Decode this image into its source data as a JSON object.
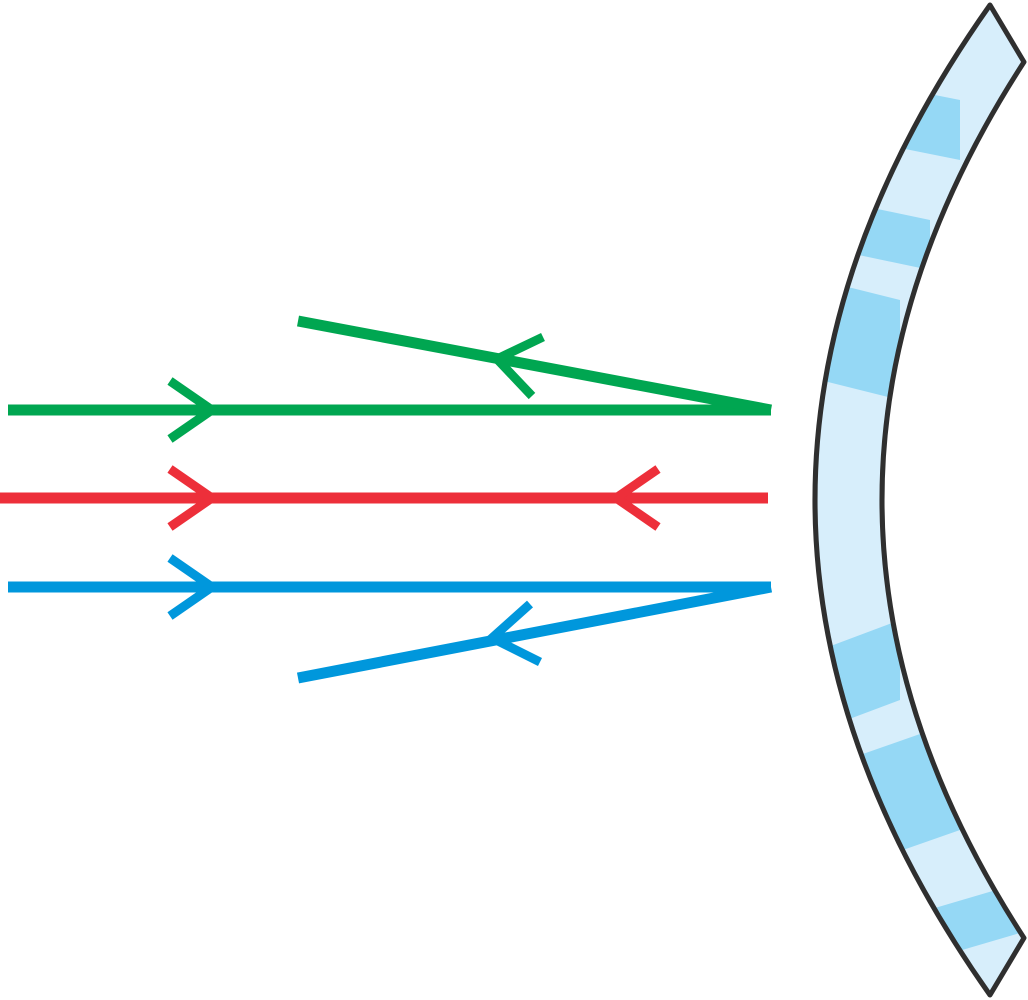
{
  "colors": {
    "background": "#ffffff",
    "mirror_fill": "#d7eefb",
    "mirror_band": "#95d8f5",
    "mirror_outline": "#2f2f2f",
    "ray_top": "#00a651",
    "ray_middle": "#ed2f3a",
    "ray_bottom": "#0097dc"
  },
  "mirror": {
    "kind": "concave-mirror"
  },
  "rays": [
    {
      "id": "top",
      "color_key": "ray_top",
      "incident_direction": "right",
      "reflected_direction": "left-up"
    },
    {
      "id": "middle",
      "color_key": "ray_middle",
      "incident_direction": "right",
      "reflected_direction": "left"
    },
    {
      "id": "bottom",
      "color_key": "ray_bottom",
      "incident_direction": "right",
      "reflected_direction": "left-down"
    }
  ]
}
